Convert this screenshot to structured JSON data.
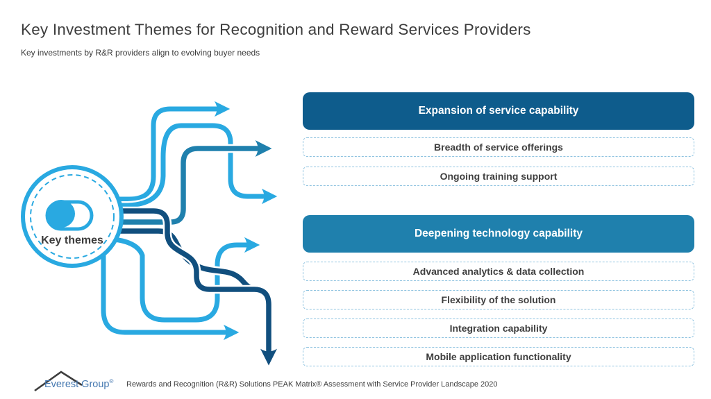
{
  "title": "Key Investment Themes for Recognition and Reward Services Providers",
  "subtitle": "Key investments by R&R providers align to evolving buyer needs",
  "diagram": {
    "hub_label": "Key themes",
    "hub_icon": "toggle-switch-icon",
    "arrow_count": 6
  },
  "sections": [
    {
      "header": "Expansion of service capability",
      "items": [
        "Breadth of service offerings",
        "Ongoing training support"
      ]
    },
    {
      "header": "Deepening technology capability",
      "items": [
        "Advanced analytics & data collection",
        "Flexibility of the solution",
        "Integration capability",
        "Mobile application functionality"
      ]
    }
  ],
  "footer": {
    "brand": "Everest Group",
    "brand_mark": "®",
    "caption": "Rewards and Recognition (R&R) Solutions PEAK Matrix® Assessment with Service Provider Landscape 2020"
  },
  "colors": {
    "light_blue": "#29A9E1",
    "medium_blue": "#1F80AD",
    "dark_blue": "#0E5C8C",
    "line_navy": "#114F7E",
    "text_dark": "#3F3F3F",
    "brand_blue": "#4578B0"
  }
}
